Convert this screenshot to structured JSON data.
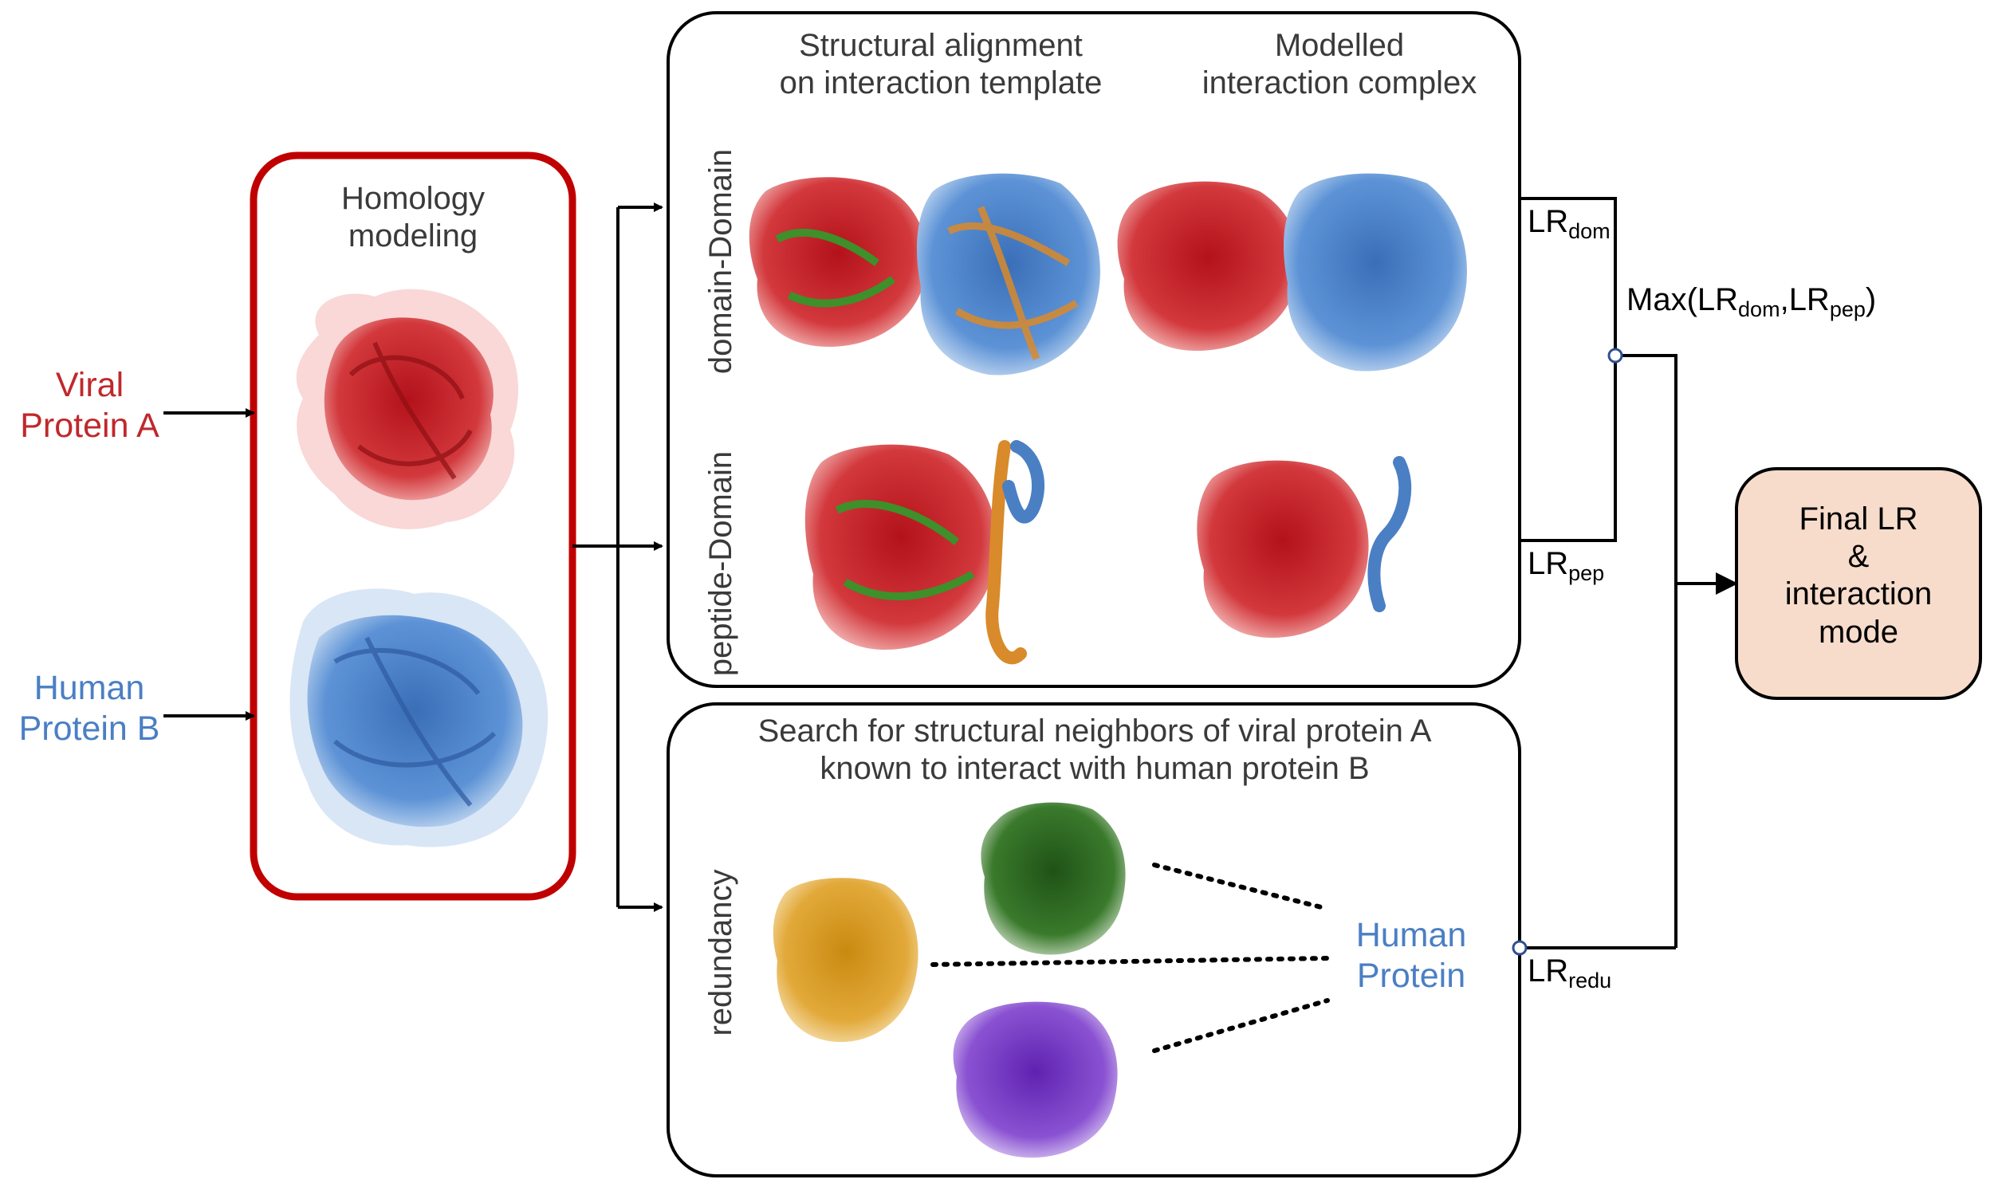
{
  "inputs": {
    "viral": "Viral\nProtein A",
    "human": "Human\nProtein B"
  },
  "homology": {
    "title": "Homology\nmodeling"
  },
  "template_panel": {
    "col1_title": "Structural alignment\non interaction template",
    "col2_title": "Modelled\ninteraction complex",
    "row1_label": "domain-Domain",
    "row2_label": "peptide-Domain"
  },
  "redundancy_panel": {
    "title": "Search for structural neighbors of viral protein A\nknown to interact with human protein B",
    "row_label": "redundancy",
    "target": "Human\nProtein"
  },
  "scores": {
    "lr_dom": {
      "base": "LR",
      "sub": "dom"
    },
    "lr_pep": {
      "base": "LR",
      "sub": "pep"
    },
    "lr_redu": {
      "base": "LR",
      "sub": "redu"
    },
    "max_prefix": "Max(",
    "max_a_base": "LR",
    "max_a_sub": "dom",
    "max_sep": ",",
    "max_b_base": "LR",
    "max_b_sub": "pep",
    "max_suffix": ")"
  },
  "final": {
    "label": "Final LR\n&\ninteraction\nmode"
  },
  "colors": {
    "viral_red": "#c0282b",
    "human_blue": "#4a7fc4",
    "homology_border": "#c00000",
    "final_fill": "#f7dccb",
    "template_green": "#3f8f2a",
    "template_orange": "#d98a2b",
    "neighbor_yellow": "#e0a52a",
    "neighbor_green": "#2e6b22",
    "neighbor_purple": "#7a3fc4"
  },
  "icons": [
    "protein-structure-red",
    "protein-structure-blue",
    "protein-structure-yellow",
    "protein-structure-green",
    "protein-structure-purple",
    "arrow-right-icon"
  ]
}
